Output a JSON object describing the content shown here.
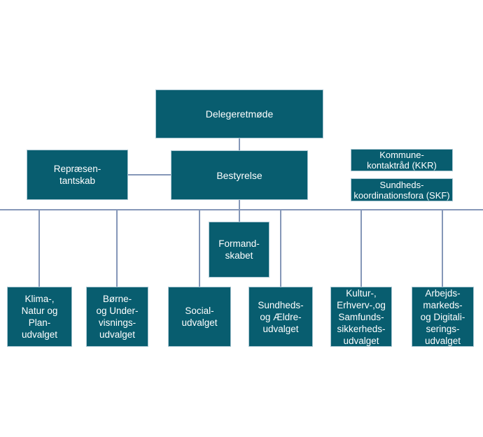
{
  "colors": {
    "page_bg": "#ffffff",
    "box_fill": "#085d6f",
    "box_border": "#a9c6d2",
    "box_text": "#ffffff",
    "connector": "#8597b8"
  },
  "org_chart": {
    "type": "org-chart",
    "delegeretmoede": {
      "label": "Delegeretmøde"
    },
    "bestyrelse": {
      "label": "Bestyrelse"
    },
    "repraesentantskab": {
      "label": "Repræsen-\ntantskab"
    },
    "kommunekontaktraad": {
      "label": "Kommune-\nkontaktråd (KKR)"
    },
    "sundhedskoordinationsfora": {
      "label": "Sundheds-\nkoordinationsfora (SKF)"
    },
    "formandskabet": {
      "label": "Formand-\nskabet"
    },
    "committees": [
      {
        "label": "Klima-,\nNatur og\nPlan-\nudvalget"
      },
      {
        "label": "Børne-\nog Under-\nvisnings-\nudvalget"
      },
      {
        "label": "Social-\nudvalget"
      },
      {
        "label": "Sundheds-\nog Ældre-\nudvalget"
      },
      {
        "label": "Kultur-,\nErhverv-,og\nSamfunds-\nsikkerheds-\nudvalget"
      },
      {
        "label": "Arbejds-\nmarkeds-\nog Digitali-\nserings-\nudvalget"
      }
    ]
  }
}
